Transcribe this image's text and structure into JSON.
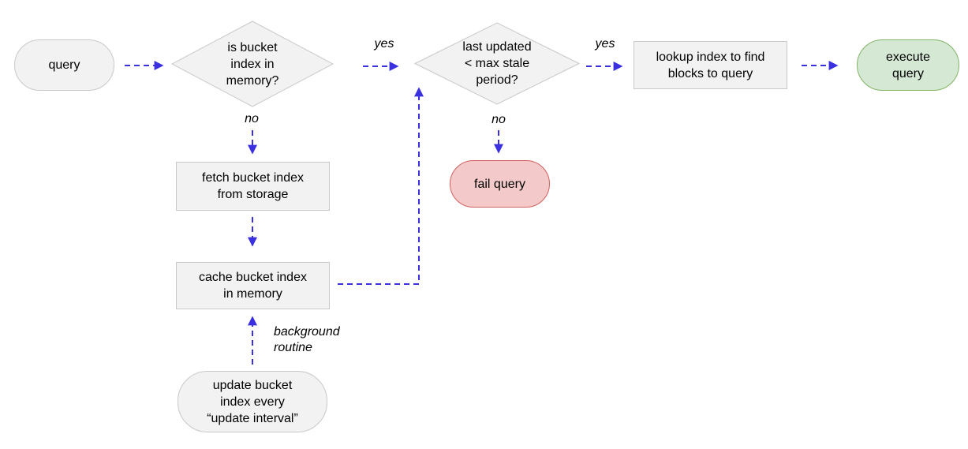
{
  "nodes": {
    "query": {
      "label": "query"
    },
    "memory_check": {
      "label": "is bucket\nindex in\nmemory?"
    },
    "stale_check": {
      "label": "last updated\n< max stale\nperiod?"
    },
    "lookup": {
      "label": "lookup index to find\nblocks to query"
    },
    "execute": {
      "label": "execute\nquery"
    },
    "fetch": {
      "label": "fetch bucket index\nfrom storage"
    },
    "cache": {
      "label": "cache bucket index\nin memory"
    },
    "fail": {
      "label": "fail query"
    },
    "update": {
      "label": "update bucket\nindex every\n“update interval”"
    }
  },
  "edge_labels": {
    "yes_memory": "yes",
    "no_memory": "no",
    "yes_stale": "yes",
    "no_stale": "no",
    "background_routine": "background\nroutine"
  },
  "colors": {
    "page_bg": "#ffffff",
    "arrow": "#3a30e0",
    "node_fill": "#f2f2f2",
    "node_border": "#c9c9c9",
    "success_fill": "#d5e8d4",
    "success_border": "#82b366",
    "fail_fill": "#f4c9c9",
    "fail_border": "#d06060",
    "text": "#000000"
  }
}
